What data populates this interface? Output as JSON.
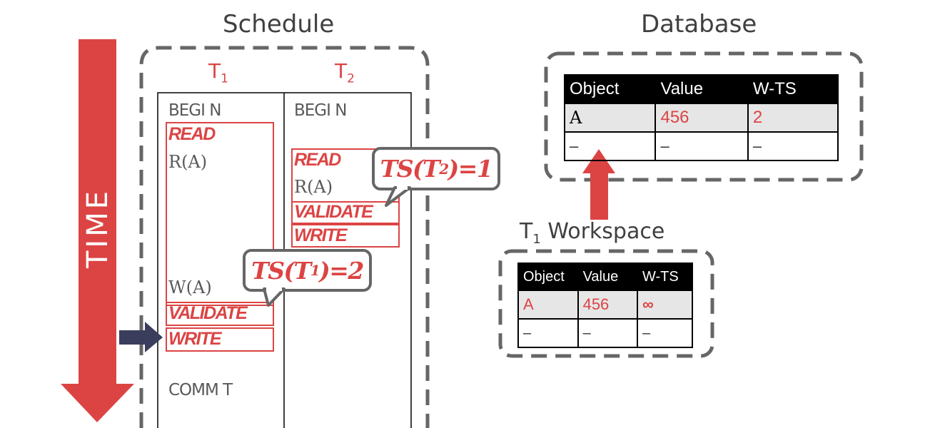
{
  "schedule": {
    "title": "Schedule",
    "t1_label": "T",
    "t1_sub": "1",
    "t2_label": "T",
    "t2_sub": "2",
    "t1_ops": {
      "begin": "BEGI N",
      "read_phase": "READ",
      "read_op": "R(A)",
      "write_op": "W(A)",
      "validate_phase": "VALIDATE",
      "write_phase": "WRITE",
      "commit": "COMM T"
    },
    "t2_ops": {
      "begin": "BEGI N",
      "read_phase": "READ",
      "read_op": "R(A)",
      "validate_phase": "VALIDATE",
      "write_phase": "WRITE"
    },
    "bubble_t2": {
      "prefix": "TS(T",
      "sub": "2",
      "suffix": ")=1"
    },
    "bubble_t1": {
      "prefix": "TS(T",
      "sub": "1",
      "suffix": ")=2"
    }
  },
  "time_label": "TIME",
  "database": {
    "title": "Database",
    "headers": [
      "Object",
      "Value",
      "W-TS"
    ],
    "rows": [
      [
        "A",
        "456",
        "2"
      ],
      [
        "–",
        "–",
        "–"
      ]
    ]
  },
  "workspace": {
    "title_prefix": "T",
    "title_sub": "1",
    "title_suffix": " Workspace",
    "headers": [
      "Object",
      "Value",
      "W-TS"
    ],
    "rows": [
      [
        "A",
        "456",
        "∞"
      ],
      [
        "–",
        "–",
        "–"
      ]
    ]
  },
  "colors": {
    "accent_red": "#dc4444",
    "frame_gray": "#666666",
    "arrow_navy": "#3a3d5c"
  }
}
